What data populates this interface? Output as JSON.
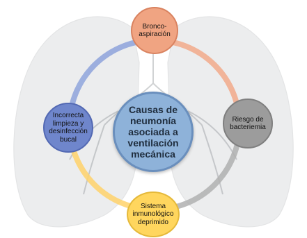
{
  "center": {
    "label": "Causas de neumonía asociada a ventilación mecánica"
  },
  "nodes": {
    "top": "Bronco-aspiración",
    "right": "Riesgo de bacteriemia",
    "bottom": "Sistema inmunológico deprimido",
    "left": "Incorrecta limpieza y desinfección bucal"
  },
  "colors": {
    "top": "#f0a482",
    "right": "#9c9c9c",
    "bottom": "#ffd65e",
    "left": "#6f86cc",
    "center": "#8eb2d9"
  }
}
